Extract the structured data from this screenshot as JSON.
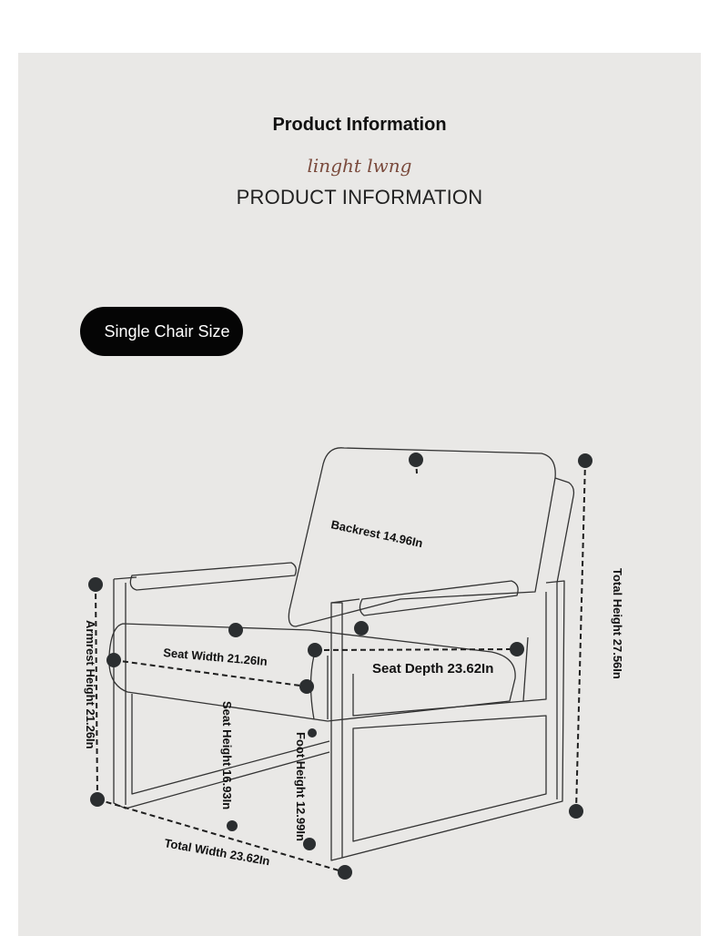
{
  "header": {
    "title": "Product Information",
    "script_logo": "linght lwng",
    "subtitle": "PRODUCT INFORMATION"
  },
  "badge": {
    "label": "Single Chair Size"
  },
  "dimensions": {
    "backrest": "Backrest 14.96In",
    "seat_width": "Seat Width 21.26In",
    "seat_depth": "Seat Depth 23.62In",
    "seat_height": "Seat Height 16.93In",
    "foot_height": "Foot Height 12.99In",
    "armrest_height": "Armrest Height 21.26In",
    "total_height": "Total Height 27.56In",
    "total_width": "Total Width 23.62In"
  },
  "colors": {
    "panel_bg": "#e9e8e6",
    "badge_bg": "#050505",
    "line": "#333333",
    "marker": "#2b2e30",
    "logo": "#7a4a3c"
  }
}
